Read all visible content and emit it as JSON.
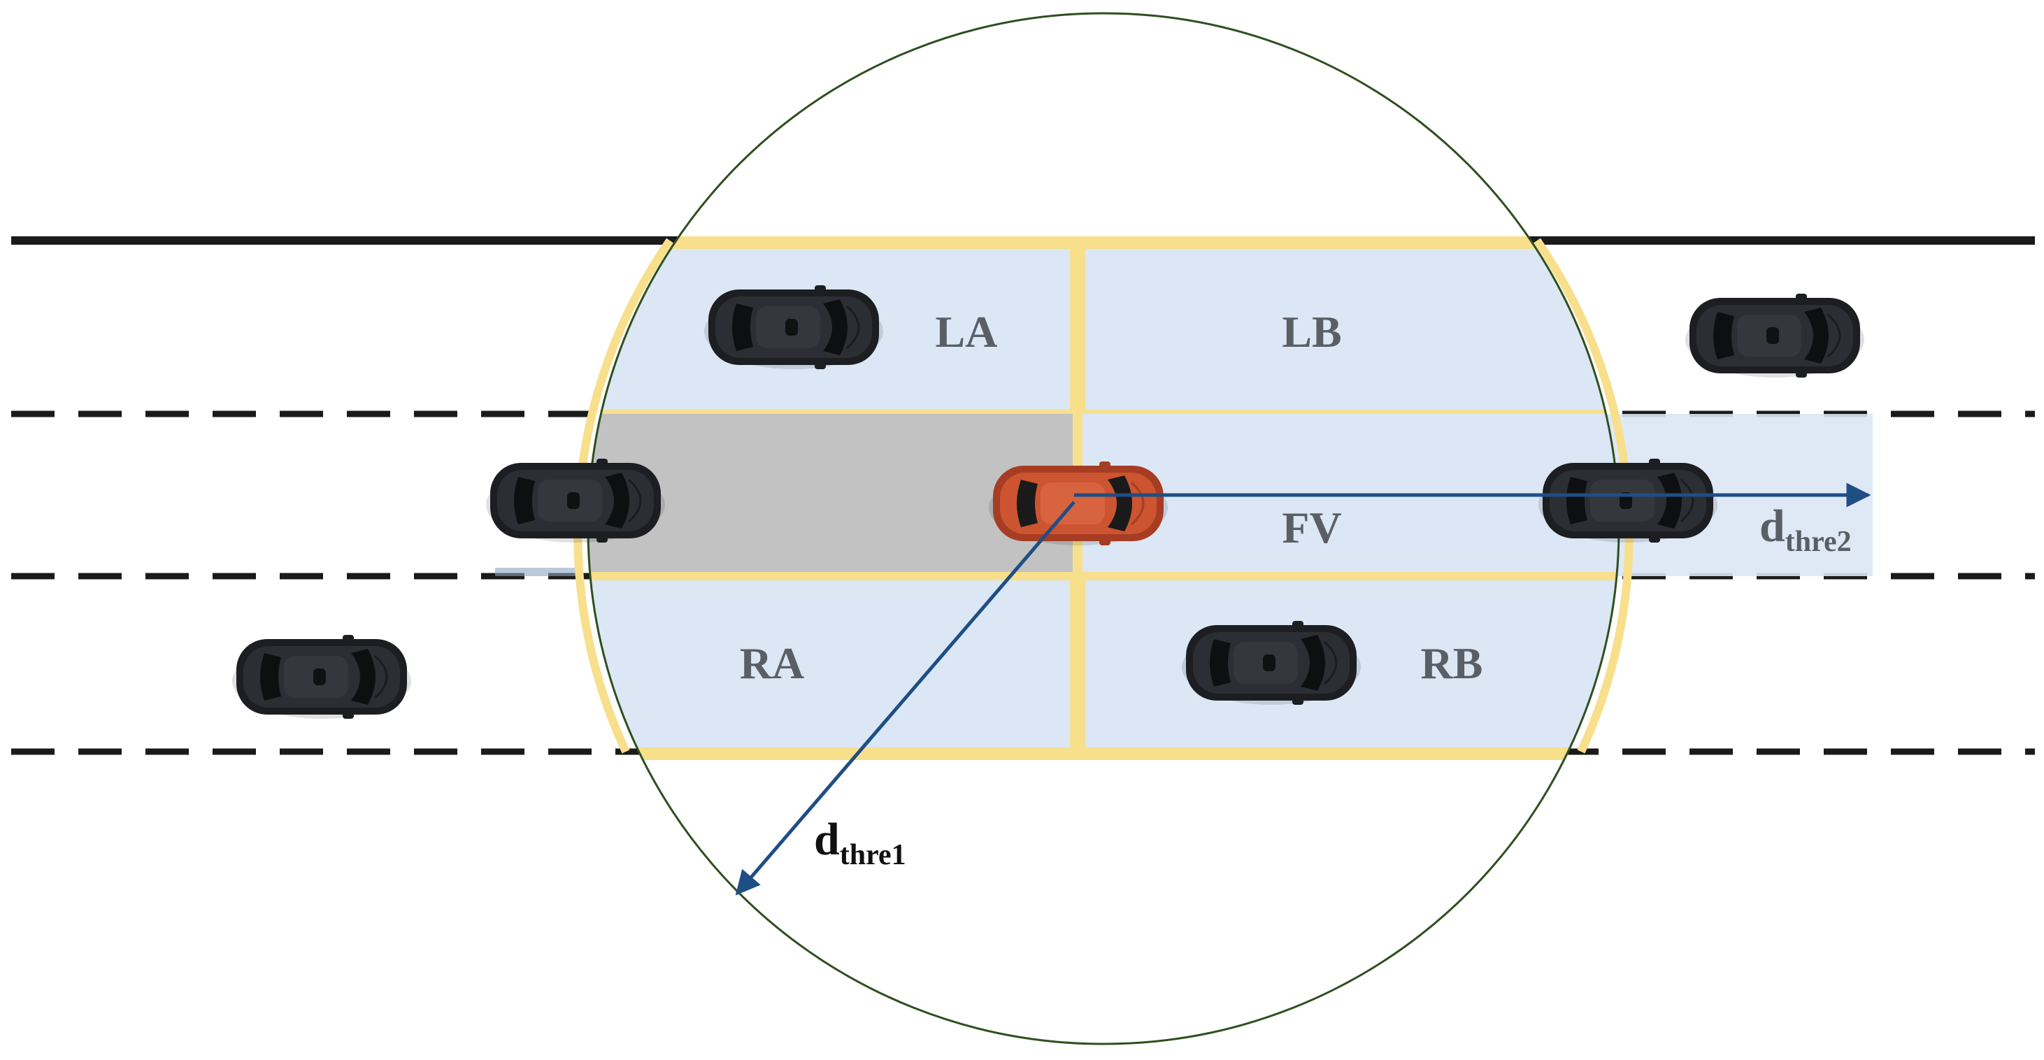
{
  "zones": {
    "la": "LA",
    "lb": "LB",
    "fv": "FV",
    "ra": "RA",
    "rb": "RB"
  },
  "distances": {
    "d1_base": "d",
    "d1_sub": "thre1",
    "d2_base": "d",
    "d2_sub": "thre2"
  },
  "colors": {
    "zone_fill": "#dbe7f5",
    "zone_border": "#f8df8c",
    "rear_zone": "#c2c2c2",
    "ego_vehicle": "#c8502e",
    "other_vehicle": "#2b2f33",
    "arrow": "#1f4e85",
    "circle": "#2f4f1f",
    "road_line": "#1a1a1a"
  },
  "icons": {
    "ego": "red-car-icon",
    "others": "black-car-icon"
  }
}
